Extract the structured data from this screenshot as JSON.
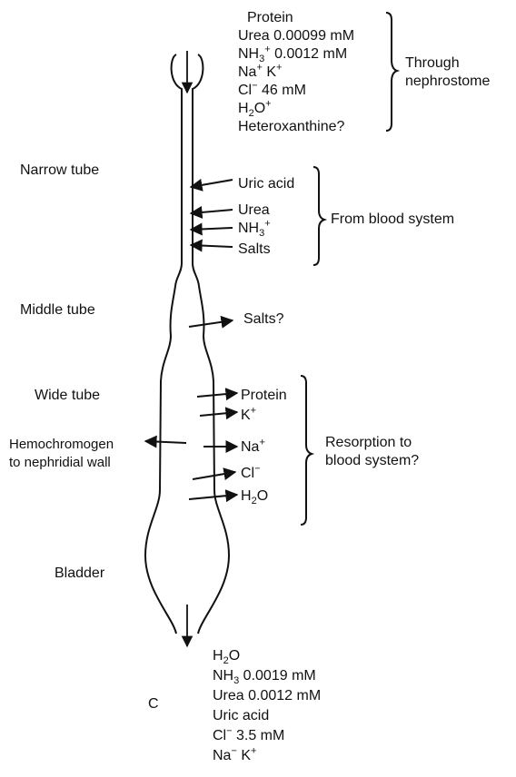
{
  "top_inputs": {
    "protein": "Protein",
    "urea": "Urea 0.00099 mM",
    "nh3_a": "NH",
    "nh3_b": "3",
    "nh3_c": "+",
    "nh3_d": " 0.0012 mM",
    "na_a": "Na",
    "na_b": "+",
    "na_c": " K",
    "na_d": "+",
    "cl_a": "Cl",
    "cl_b": "−",
    "cl_c": " 46 mM",
    "h2o_a": "H",
    "h2o_b": "2",
    "h2o_c": "O",
    "h2o_d": "+",
    "heteroxanthine": "Heteroxanthine?",
    "bracket_label_1": "Through",
    "bracket_label_2": "nephrostome"
  },
  "segments": {
    "narrow": "Narrow tube",
    "middle": "Middle tube",
    "wide": "Wide tube",
    "bladder": "Bladder"
  },
  "blood": {
    "uric": "Uric acid",
    "urea": "Urea",
    "nh3_a": "NH",
    "nh3_b": "3",
    "nh3_c": "+",
    "salts": "Salts",
    "bracket_label": "From blood system"
  },
  "middle": {
    "salts": "Salts?"
  },
  "resorption": {
    "protein": "Protein",
    "k_a": "K",
    "k_b": "+",
    "na_a": "Na",
    "na_b": "+",
    "cl_a": "Cl",
    "cl_b": "−",
    "h2o_a": "H",
    "h2o_b": "2",
    "h2o_c": "O",
    "bracket_label_1": "Resorption to",
    "bracket_label_2": "blood system?"
  },
  "hemo": {
    "line1": "Hemochromogen",
    "line2": "to nephridial wall"
  },
  "output": {
    "h2o_a": "H",
    "h2o_b": "2",
    "h2o_c": "O",
    "nh3_a": "NH",
    "nh3_b": "3",
    "nh3_c": " 0.0019 mM",
    "urea": "Urea 0.0012 mM",
    "uric": "Uric acid",
    "cl_a": "Cl",
    "cl_b": "−",
    "cl_c": " 3.5 mM",
    "na_a": "Na",
    "na_b": "−",
    "na_c": " K",
    "na_d": "+"
  },
  "panel_letter": "C"
}
